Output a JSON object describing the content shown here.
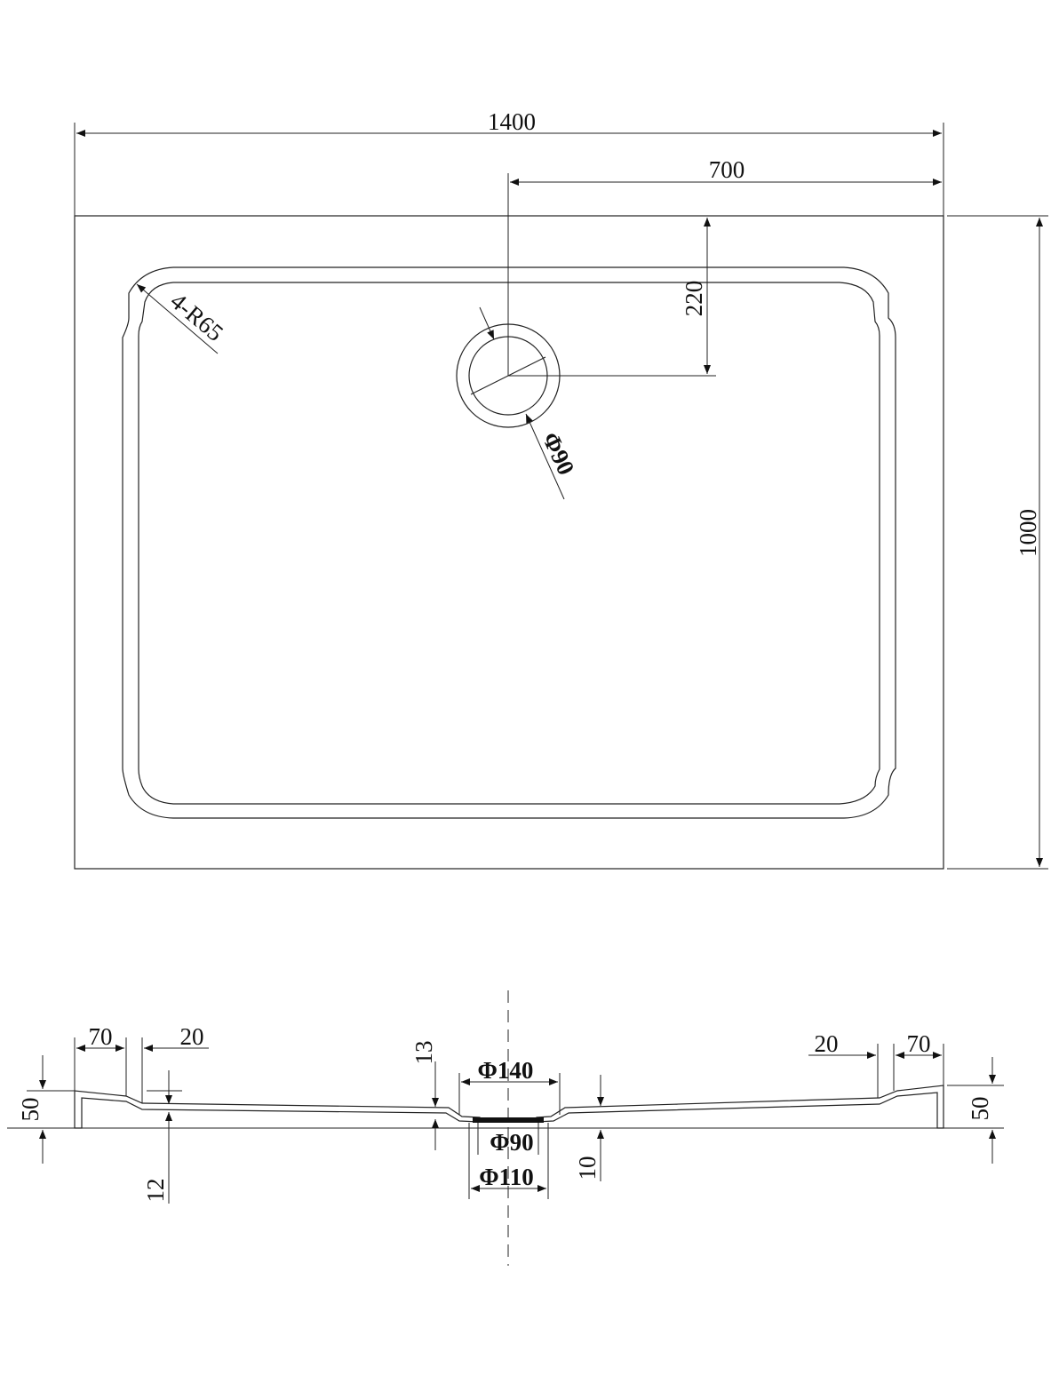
{
  "plan": {
    "overall_width": "1400",
    "drain_offset_x": "700",
    "drain_offset_y": "220",
    "overall_depth": "1000",
    "corner_radius": "4-R65",
    "drain_diameter": "Φ90"
  },
  "section": {
    "left_rim_width": "70",
    "left_step_width": "20",
    "right_step_width": "20",
    "right_rim_width": "70",
    "left_height": "50",
    "right_height": "50",
    "base_thickness": "12",
    "drain_depth": "13",
    "drain_outer": "Φ140",
    "drain_inner": "Φ90",
    "drain_pipe": "Φ110",
    "drain_lip": "10"
  },
  "colors": {
    "line": "#222222",
    "background": "#ffffff"
  }
}
